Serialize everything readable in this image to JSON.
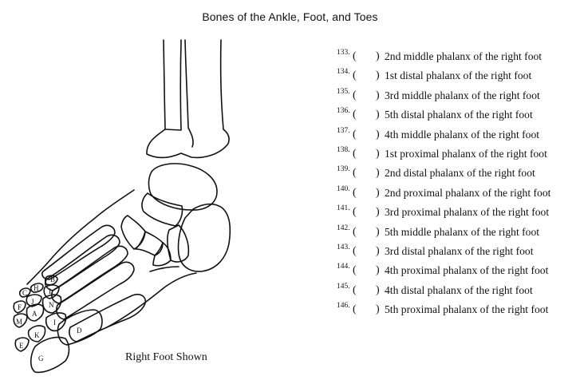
{
  "title": "Bones of the Ankle, Foot, and Toes",
  "caption": "Right Foot Shown",
  "bone_labels": [
    "B",
    "C",
    "H",
    "L",
    "N",
    "J",
    "F",
    "M",
    "A",
    "I",
    "D",
    "K",
    "E",
    "G"
  ],
  "items": [
    {
      "number": "133.",
      "open": "(",
      "close": ")",
      "text": "2nd middle phalanx of the right foot"
    },
    {
      "number": "134.",
      "open": "(",
      "close": ")",
      "text": "1st distal phalanx of the right foot"
    },
    {
      "number": "135.",
      "open": "(",
      "close": ")",
      "text": "3rd middle phalanx of the right foot"
    },
    {
      "number": "136.",
      "open": "(",
      "close": ")",
      "text": "5th distal phalanx of the right foot"
    },
    {
      "number": "137.",
      "open": "(",
      "close": ")",
      "text": "4th middle phalanx of the right foot"
    },
    {
      "number": "138.",
      "open": "(",
      "close": ")",
      "text": "1st proximal phalanx of the right foot"
    },
    {
      "number": "139.",
      "open": "(",
      "close": ")",
      "text": "2nd distal phalanx of the right foot"
    },
    {
      "number": "140.",
      "open": "(",
      "close": ")",
      "text": "2nd proximal phalanx of the right foot"
    },
    {
      "number": "141.",
      "open": "(",
      "close": ")",
      "text": "3rd proximal phalanx of the right foot"
    },
    {
      "number": "142.",
      "open": "(",
      "close": ")",
      "text": "5th middle phalanx of the right foot"
    },
    {
      "number": "143.",
      "open": "(",
      "close": ")",
      "text": "3rd distal phalanx of the right foot"
    },
    {
      "number": "144.",
      "open": "(",
      "close": ")",
      "text": "4th proximal phalanx of the right foot"
    },
    {
      "number": "145.",
      "open": "(",
      "close": ")",
      "text": "4th distal phalanx of the right foot"
    },
    {
      "number": "146.",
      "open": "(",
      "close": ")",
      "text": "5th proximal phalanx of the right foot"
    }
  ]
}
